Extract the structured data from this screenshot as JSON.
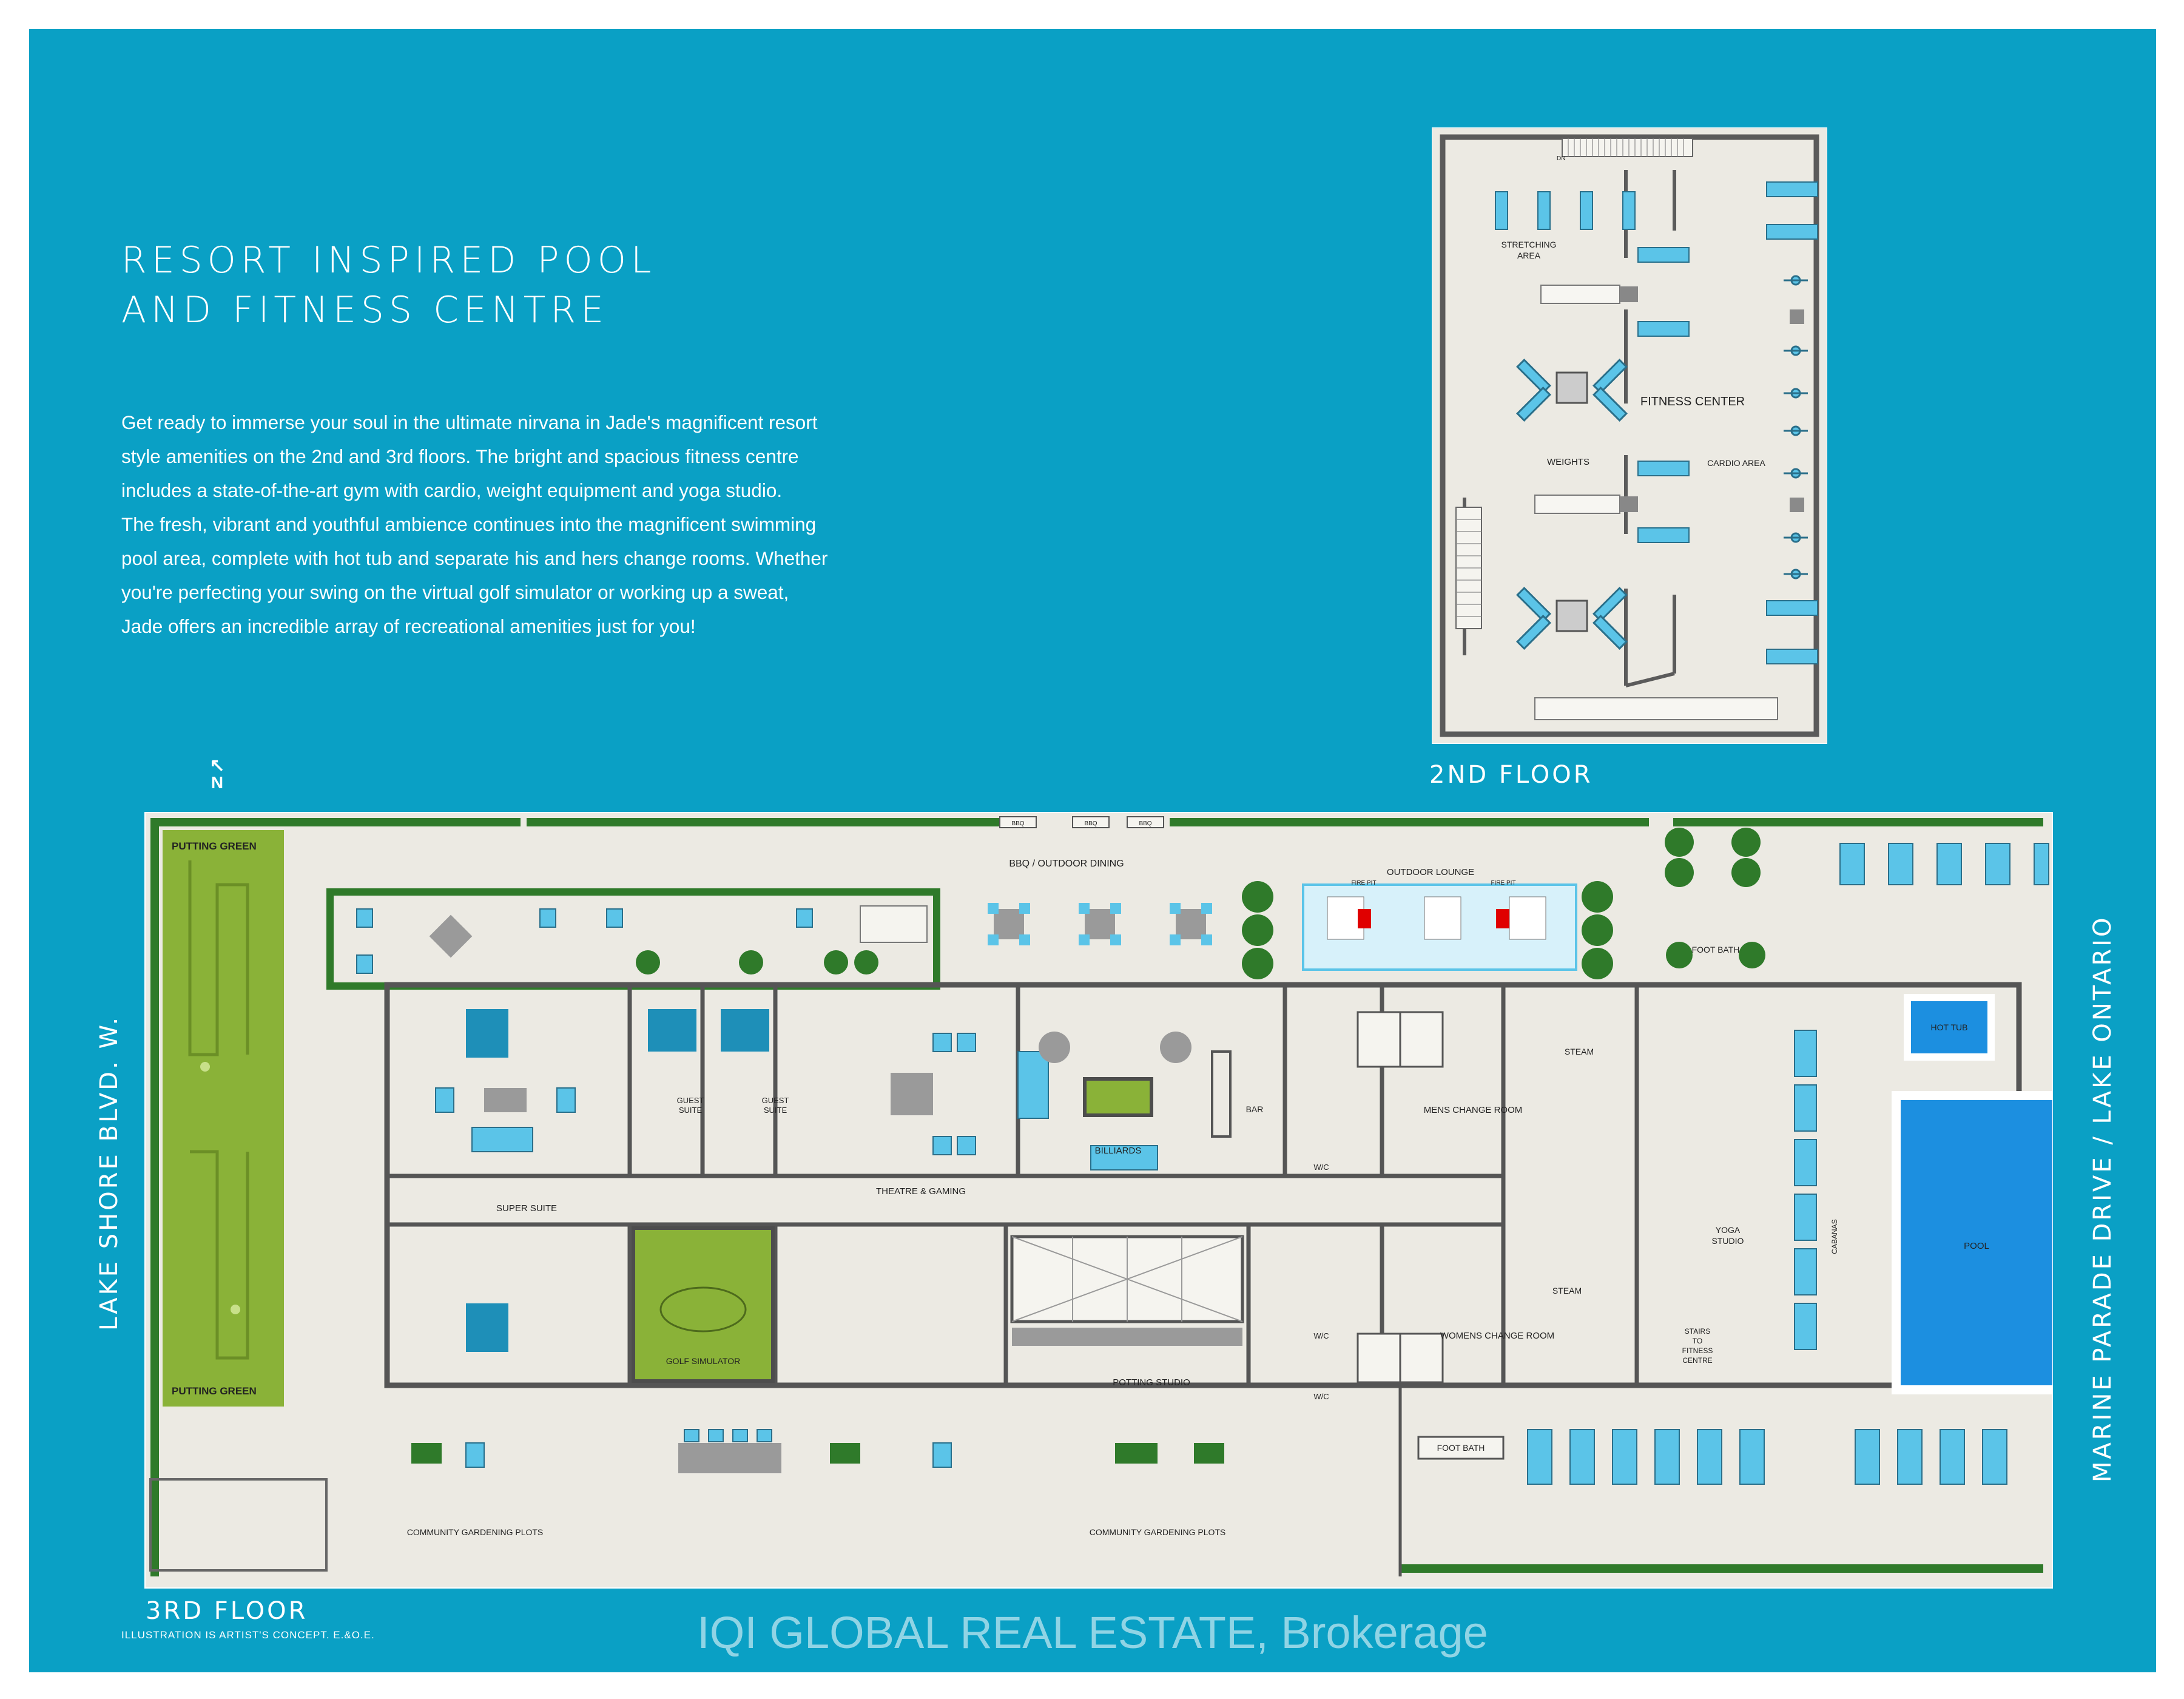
{
  "colors": {
    "background": "#0aa0c5",
    "floor": "#eceae3",
    "wall": "#555555",
    "tree": "#2f7a2a",
    "putting_green": "#8ab238",
    "pool": "#1c8fe0",
    "accent": "#5bc4e8"
  },
  "headline": {
    "line1": "RESORT INSPIRED POOL",
    "line2": "AND FITNESS CENTRE"
  },
  "intro": {
    "lines": [
      "Get ready to immerse your soul in the ultimate nirvana in Jade's magnificent resort",
      "style amenities on the 2nd and 3rd floors. The bright and spacious fitness centre",
      "includes a state-of-the-art gym with cardio, weight equipment and yoga studio.",
      "The fresh, vibrant and youthful ambience continues into the magnificent swimming",
      "pool area, complete with hot tub and separate his and hers change rooms. Whether",
      "you're perfecting your swing on the virtual golf simulator or working up a sweat,",
      "Jade offers an incredible array of recreational amenities just for you!"
    ]
  },
  "north_marker": "N",
  "floor_labels": {
    "second": "2ND FLOOR",
    "third": "3RD FLOOR"
  },
  "street_labels": {
    "west": "LAKE SHORE BLVD. W.",
    "east": "MARINE PARADE DRIVE / LAKE ONTARIO"
  },
  "second_floor_rooms": {
    "dn": "DN",
    "stretching_line1": "STRETCHING",
    "stretching_line2": "AREA",
    "fitness_center": "FITNESS CENTER",
    "weights": "WEIGHTS",
    "cardio": "CARDIO AREA"
  },
  "third_floor_rooms": {
    "putting_green_top": "PUTTING GREEN",
    "putting_green_bottom": "PUTTING GREEN",
    "bbq": "BBQ / OUTDOOR DINING",
    "bbq_tag": "BBQ",
    "outdoor_lounge": "OUTDOOR LOUNGE",
    "fire_pit": "FIRE PIT",
    "foot_bath_top": "FOOT BATH",
    "foot_bath_bottom": "FOOT BATH",
    "guest_suite": "GUEST",
    "guest_suite2": "SUITE",
    "super_suite": "SUPER SUITE",
    "theatre": "THEATRE & GAMING",
    "billiards": "BILLIARDS",
    "bar": "BAR",
    "wc": "W/C",
    "steam": "STEAM",
    "mens_change": "MENS CHANGE ROOM",
    "womens_change": "WOMENS CHANGE ROOM",
    "hot_tub": "HOT TUB",
    "pool": "POOL",
    "yoga_line1": "YOGA",
    "yoga_line2": "STUDIO",
    "cabanas": "CABANAS",
    "stairs_line1": "STAIRS",
    "stairs_line2": "TO",
    "stairs_line3": "FITNESS",
    "stairs_line4": "CENTRE",
    "golf": "GOLF SIMULATOR",
    "potting": "POTTING STUDIO",
    "community_left": "COMMUNITY GARDENING PLOTS",
    "community_right": "COMMUNITY GARDENING PLOTS"
  },
  "disclaimer": "ILLUSTRATION IS ARTIST'S CONCEPT. E.&O.E.",
  "watermark": "IQI GLOBAL REAL ESTATE, Brokerage"
}
